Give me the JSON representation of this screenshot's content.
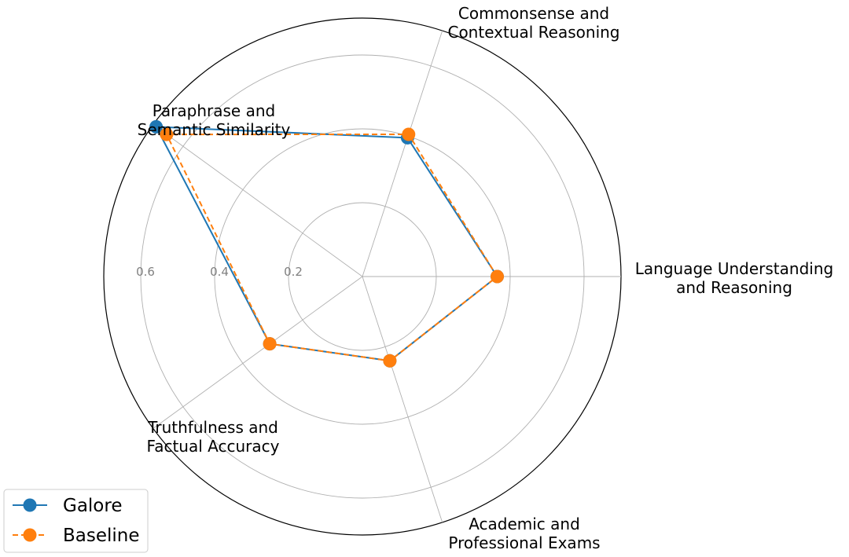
{
  "chart_data": {
    "type": "radar",
    "categories": [
      [
        "Language Understanding",
        "and Reasoning"
      ],
      [
        "Commonsense and",
        "Contextual Reasoning"
      ],
      [
        "Paraphrase and",
        "Semantic Similarity"
      ],
      [
        "Truthfulness and",
        "Factual Accuracy"
      ],
      [
        "Academic and",
        "Professional Exams"
      ]
    ],
    "series": [
      {
        "name": "Galore",
        "values": [
          0.365,
          0.395,
          0.69,
          0.31,
          0.24
        ],
        "color": "#1f77b4",
        "line_style": "solid",
        "marker": "circle"
      },
      {
        "name": "Baseline",
        "values": [
          0.365,
          0.405,
          0.655,
          0.31,
          0.24
        ],
        "color": "#ff7f0e",
        "line_style": "dashed",
        "marker": "circle"
      }
    ],
    "r_ticks": [
      0.2,
      0.4,
      0.6
    ],
    "r_tick_labels": [
      "0.2",
      "0.4",
      "0.6"
    ],
    "rlim": [
      0,
      0.7
    ],
    "grid": true,
    "legend_position": "lower-left",
    "title": "",
    "xlabel": "",
    "ylabel": ""
  }
}
